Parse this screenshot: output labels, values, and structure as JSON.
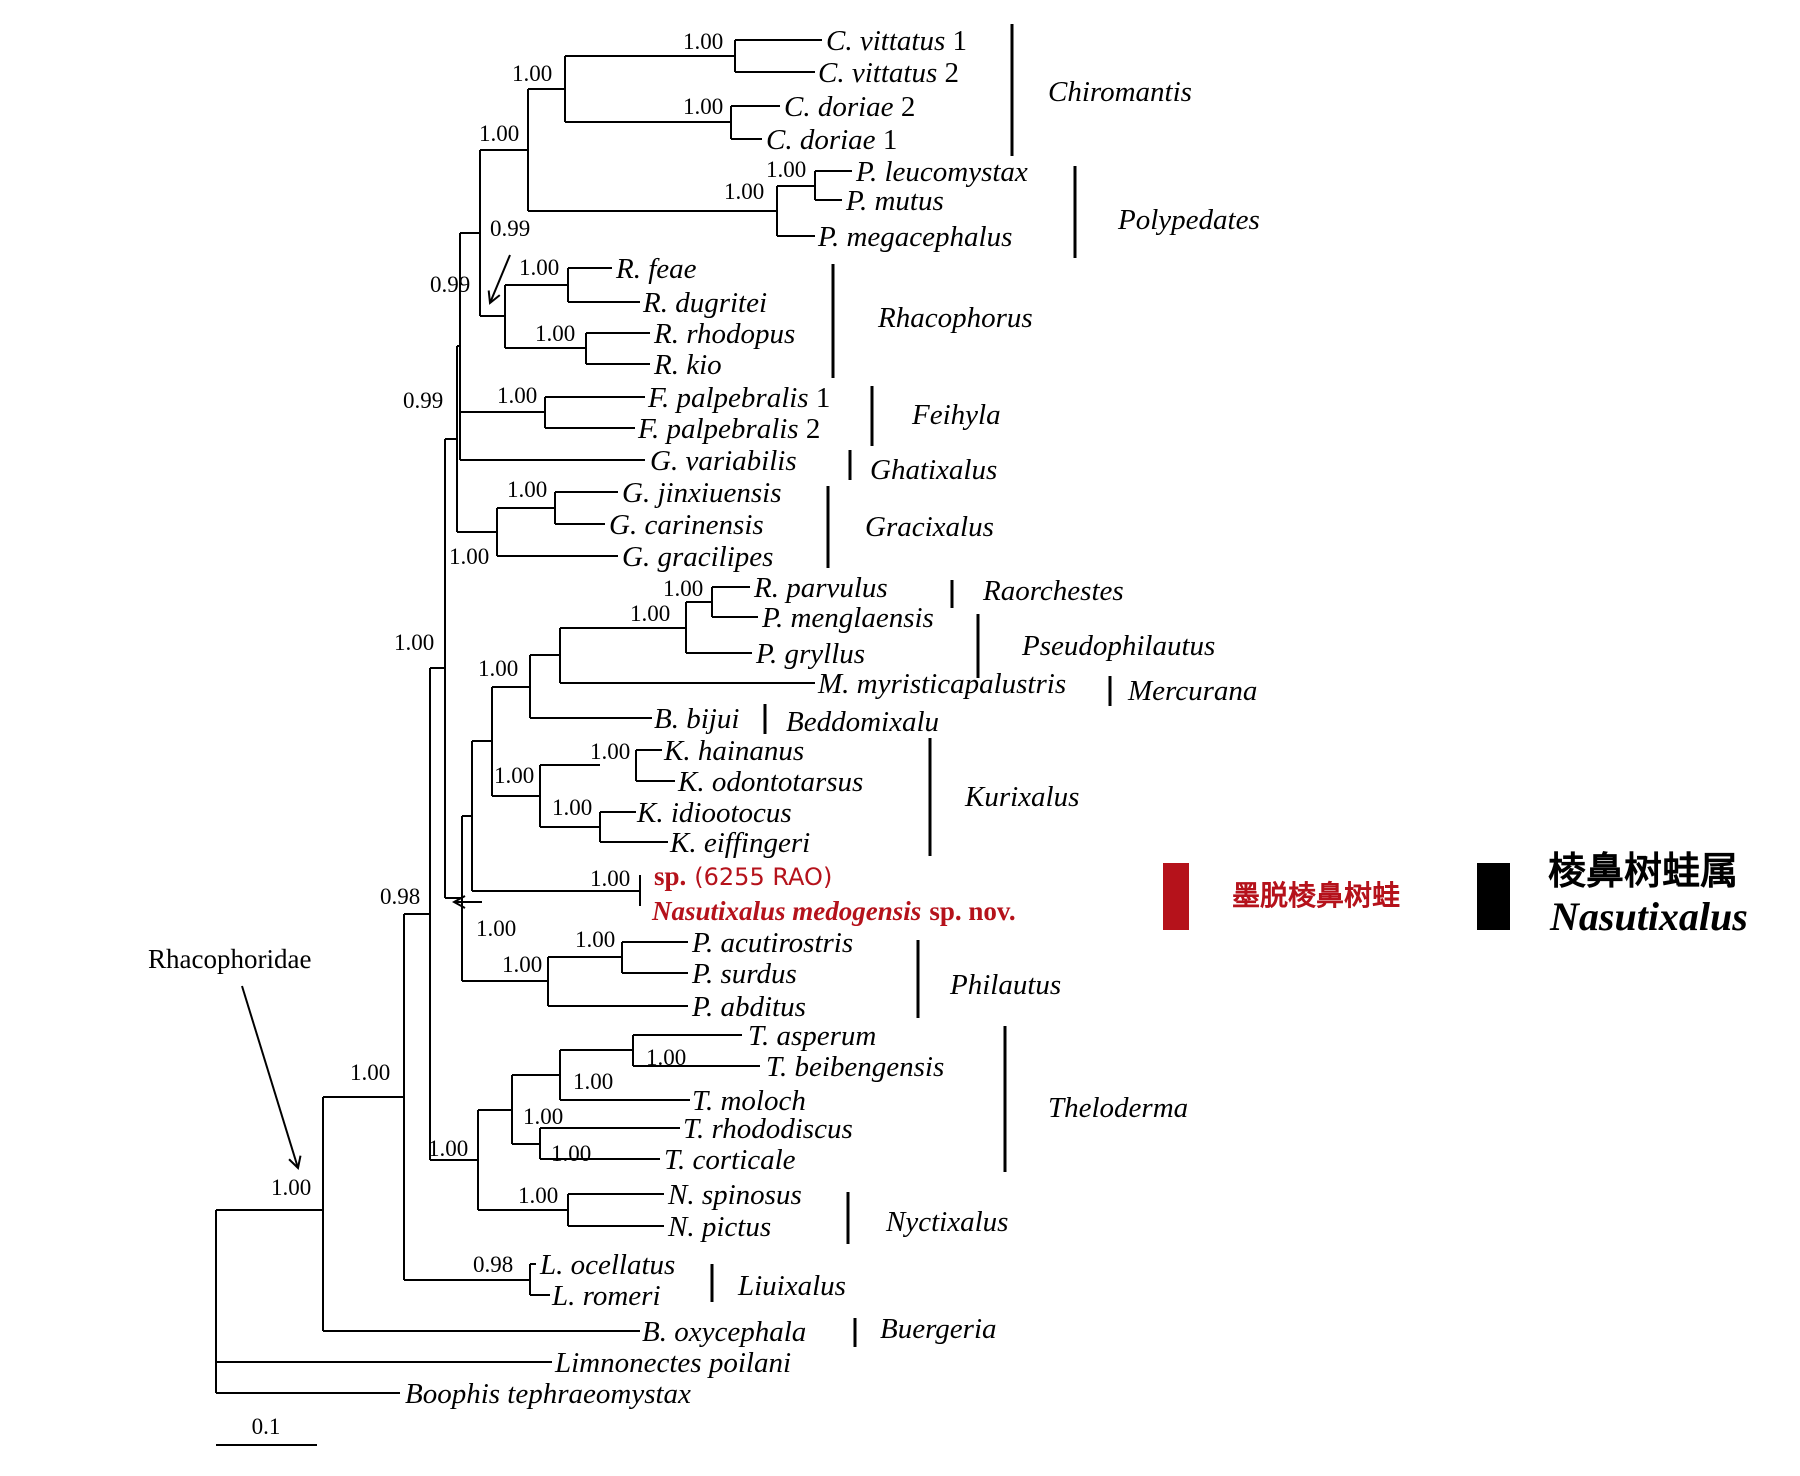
{
  "clade_label": "Rhacophoridae",
  "scale_label": "0.1",
  "taxa": {
    "c_vittatus_1": [
      "C. vittatus",
      " 1"
    ],
    "c_vittatus_2": [
      "C. vittatus",
      " 2"
    ],
    "c_doriae_2": [
      "C. doriae",
      " 2"
    ],
    "c_doriae_1": [
      "C. doriae",
      " 1"
    ],
    "p_leucomystax": [
      "P. leucomystax",
      ""
    ],
    "p_mutus": [
      "P. mutus",
      ""
    ],
    "p_megacephalus": [
      "P. megacephalus",
      ""
    ],
    "r_feae": [
      "R. feae",
      ""
    ],
    "r_dugritei": [
      "R. dugritei",
      ""
    ],
    "r_rhodopus": [
      "R. rhodopus",
      ""
    ],
    "r_kio": [
      "R. kio",
      ""
    ],
    "f_palpebralis_1": [
      "F. palpebralis",
      " 1"
    ],
    "f_palpebralis_2": [
      "F. palpebralis",
      " 2"
    ],
    "g_variabilis": [
      "G. variabilis",
      ""
    ],
    "g_jinxiuensis": [
      "G. jinxiuensis",
      ""
    ],
    "g_carinensis": [
      "G. carinensis",
      ""
    ],
    "g_gracilipes": [
      "G. gracilipes",
      ""
    ],
    "r_parvulus": [
      "R. parvulus",
      ""
    ],
    "p_menglaensis": [
      "P. menglaensis",
      ""
    ],
    "p_gryllus": [
      "P. gryllus",
      ""
    ],
    "m_myristicapalustris": [
      "M. myristicapalustris",
      ""
    ],
    "b_bijui": [
      "B. bijui",
      ""
    ],
    "k_hainanus": [
      "K. hainanus",
      ""
    ],
    "k_odontotarsus": [
      "K. odontotarsus",
      ""
    ],
    "k_idiootocus": [
      "K. idiootocus",
      ""
    ],
    "k_eiffingeri": [
      "K. eiffingeri",
      ""
    ],
    "p_acutirostris": [
      "P. acutirostris",
      ""
    ],
    "p_surdus": [
      "P. surdus",
      ""
    ],
    "p_abditus": [
      "P. abditus",
      ""
    ],
    "t_asperum": [
      "T. asperum",
      ""
    ],
    "t_beibengensis": [
      "T. beibengensis",
      ""
    ],
    "t_moloch": [
      "T. moloch",
      ""
    ],
    "t_rhododiscus": [
      "T. rhododiscus",
      ""
    ],
    "t_corticale": [
      "T. corticale",
      ""
    ],
    "n_spinosus": [
      "N. spinosus",
      ""
    ],
    "n_pictus": [
      "N. pictus",
      ""
    ],
    "l_ocellatus": [
      "L. ocellatus",
      ""
    ],
    "l_romeri": [
      "L. romeri",
      ""
    ],
    "b_oxycephala": [
      "B. oxycephala",
      ""
    ],
    "limnonectes_poilani": [
      "Limnonectes poilani",
      ""
    ],
    "boophis_tephraeomystax": [
      "Boophis tephraeomystax",
      ""
    ]
  },
  "new_taxa": {
    "sp_6255_prefix": "sp.",
    "sp_6255_code": "(6255 RAO)",
    "medogensis_name": "Nasutixalus medogensis",
    "medogensis_suffix": "sp. nov."
  },
  "genera": {
    "chiromantis": "Chiromantis",
    "polypedates": "Polypedates",
    "rhacophorus": "Rhacophorus",
    "feihyla": "Feihyla",
    "ghatixalus": "Ghatixalus",
    "gracixalus": "Gracixalus",
    "raorchestes": "Raorchestes",
    "pseudophilautus": "Pseudophilautus",
    "mercurana": "Mercurana",
    "beddomixalu": "Beddomixalu",
    "kurixalus": "Kurixalus",
    "philautus": "Philautus",
    "theloderma": "Theloderma",
    "nyctixalus": "Nyctixalus",
    "liuixalus": "Liuixalus",
    "buergeria": "Buergeria"
  },
  "new_genus": {
    "cn_species": "墨脱棱鼻树蛙",
    "cn_genus": "棱鼻树蛙属",
    "latin_genus": "Nasutixalus"
  },
  "support_values": {
    "s_cvit": "1.00",
    "s_cdor": "1.00",
    "s_chiro": "1.00",
    "s_poly_in": "1.00",
    "s_poly": "1.00",
    "s_chiro_poly": "1.00",
    "s_rhaco_arrow": "0.99",
    "s_rfeae": "1.00",
    "s_rrhod": "1.00",
    "s_rhaco_grp": "0.99",
    "s_fpal": "1.00",
    "s_upper": "0.99",
    "s_gjin": "1.00",
    "s_grac": "1.00",
    "s_rparv": "1.00",
    "s_raor": "1.00",
    "s_pseudo_merc": "1.00",
    "s_khai": "1.00",
    "s_kuri": "1.00",
    "s_kidio": "1.00",
    "s_nasu": "1.00",
    "s_lower_arrow": "1.00",
    "s_philin": "1.00",
    "s_phil": "1.00",
    "s_mid": "1.00",
    "s_tbeib": "1.00",
    "s_tasp": "1.00",
    "s_trhod": "1.00",
    "s_thel_nyct": "1.00",
    "s_nyct": "1.00",
    "s_core": "0.98",
    "s_liui": "1.00",
    "s_fam": "1.00",
    "s_root": "1.00"
  }
}
